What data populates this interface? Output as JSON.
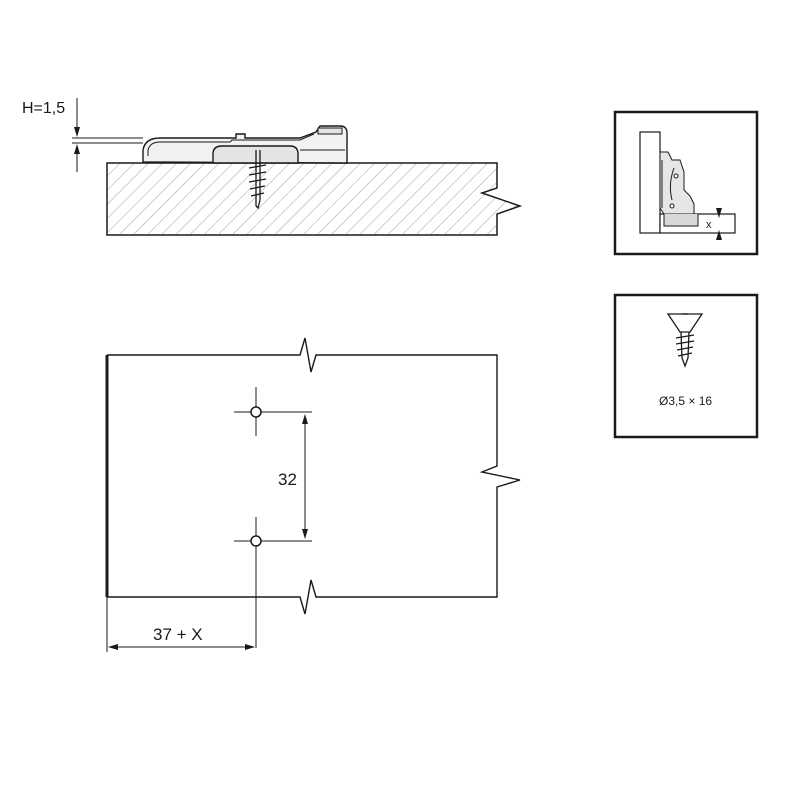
{
  "side_view": {
    "height_label": "H=1,5"
  },
  "front_view": {
    "hole_spacing_label": "32",
    "offset_label": "37 + X"
  },
  "hinge_inset": {
    "x_label": "x"
  },
  "screw_inset": {
    "screw_spec": "Ø3,5 × 16"
  },
  "colors": {
    "line": "#1a1a1a",
    "hatch": "#9a9a9a",
    "hinge_fill": "#e8e8e8",
    "background": "#ffffff"
  }
}
